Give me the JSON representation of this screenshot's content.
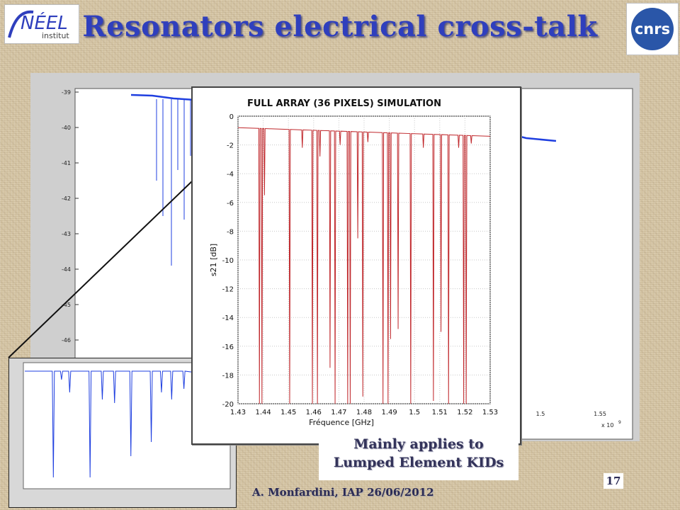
{
  "slide": {
    "title": "Resonators electrical cross-talk",
    "callout_line1": "Mainly applies to",
    "callout_line2": "Lumped Element KIDs",
    "footer": "A. Monfardini, IAP 26/06/2012",
    "page_number": "17"
  },
  "logos": {
    "left_text": "NÉEL",
    "left_sub": "institut",
    "right_text": "cnrs"
  },
  "colors": {
    "title": "#2f3fbd",
    "measured_line": "#1f3fe0",
    "simulated_line": "#c0282c"
  },
  "chart_data": [
    {
      "type": "line",
      "title": "FULL ARRAY (36 PIXELS) SIMULATION",
      "xlabel": "Fréquence [GHz]",
      "ylabel": "s21 [dB]",
      "xlim": [
        1.43,
        1.53
      ],
      "ylim": [
        -20,
        0
      ],
      "xticks": [
        1.43,
        1.44,
        1.45,
        1.46,
        1.47,
        1.48,
        1.49,
        1.5,
        1.51,
        1.52,
        1.53
      ],
      "yticks": [
        0,
        -2,
        -4,
        -6,
        -8,
        -10,
        -12,
        -14,
        -16,
        -18,
        -20
      ],
      "grid": true,
      "baseline_start": -0.8,
      "baseline_end": -1.4,
      "dips": [
        {
          "f": 1.4385,
          "depth": -20
        },
        {
          "f": 1.4395,
          "depth": -20
        },
        {
          "f": 1.4405,
          "depth": -5.5
        },
        {
          "f": 1.4505,
          "depth": -20
        },
        {
          "f": 1.4555,
          "depth": -2.2
        },
        {
          "f": 1.4595,
          "depth": -20
        },
        {
          "f": 1.4615,
          "depth": -20
        },
        {
          "f": 1.4625,
          "depth": -2.8
        },
        {
          "f": 1.4665,
          "depth": -17.5
        },
        {
          "f": 1.4685,
          "depth": -20
        },
        {
          "f": 1.4705,
          "depth": -2.0
        },
        {
          "f": 1.4735,
          "depth": -20
        },
        {
          "f": 1.4745,
          "depth": -20
        },
        {
          "f": 1.4775,
          "depth": -8.5
        },
        {
          "f": 1.4795,
          "depth": -19.5
        },
        {
          "f": 1.4815,
          "depth": -1.8
        },
        {
          "f": 1.4875,
          "depth": -20
        },
        {
          "f": 1.4895,
          "depth": -20
        },
        {
          "f": 1.4905,
          "depth": -15.5
        },
        {
          "f": 1.4935,
          "depth": -14.8
        },
        {
          "f": 1.4985,
          "depth": -20
        },
        {
          "f": 1.5035,
          "depth": -2.2
        },
        {
          "f": 1.5075,
          "depth": -19.8
        },
        {
          "f": 1.5105,
          "depth": -15.0
        },
        {
          "f": 1.5135,
          "depth": -20
        },
        {
          "f": 1.5175,
          "depth": -2.2
        },
        {
          "f": 1.5195,
          "depth": -20
        },
        {
          "f": 1.5205,
          "depth": -20
        },
        {
          "f": 1.5225,
          "depth": -1.9
        }
      ]
    },
    {
      "type": "line",
      "title": "",
      "xlabel": "",
      "ylabel": "",
      "ylim": [
        -47,
        -39
      ],
      "yticks": [
        -39,
        -40,
        -41,
        -42,
        -43,
        -44,
        -45,
        -46
      ],
      "xtick_labels": [
        "1.5",
        "1.55"
      ],
      "x_multiplier": "x 10",
      "x_multiplier_exp": "9",
      "grid": false,
      "baseline": [
        {
          "t": 0.0,
          "db": -39.08
        },
        {
          "t": 0.05,
          "db": -39.1
        },
        {
          "t": 0.1,
          "db": -39.18
        },
        {
          "t": 0.15,
          "db": -39.22
        },
        {
          "t": 0.6,
          "db": -39.4
        },
        {
          "t": 0.75,
          "db": -39.8
        },
        {
          "t": 0.82,
          "db": -39.95
        },
        {
          "t": 0.88,
          "db": -40.15
        },
        {
          "t": 0.93,
          "db": -40.3
        },
        {
          "t": 1.0,
          "db": -40.38
        }
      ],
      "dips": [
        {
          "t": 0.06,
          "db": -41.5
        },
        {
          "t": 0.075,
          "db": -42.5
        },
        {
          "t": 0.095,
          "db": -43.9
        },
        {
          "t": 0.11,
          "db": -41.2
        },
        {
          "t": 0.125,
          "db": -42.6
        },
        {
          "t": 0.14,
          "db": -40.8
        },
        {
          "t": 0.155,
          "db": -41.0
        },
        {
          "t": 0.17,
          "db": -40.6
        }
      ]
    }
  ]
}
